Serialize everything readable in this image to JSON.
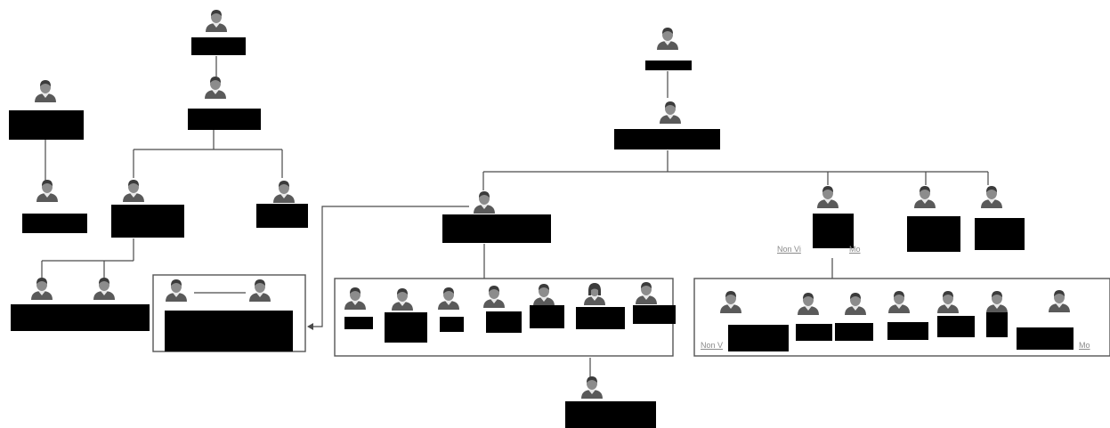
{
  "diagram": {
    "kind": "organization-chart",
    "icon": "person-avatar-icon",
    "redaction_color": "#000000",
    "line_color": "#4a4a4a",
    "box_border_color": "#555555",
    "avatar_colors": {
      "head": "#8c8c8c",
      "shirt": "#5a5a5a",
      "dark_hair": "#3b3b3b"
    },
    "captions": [
      {
        "id": "caption-right-top",
        "text": "Non Vi",
        "suffix": "Mo"
      },
      {
        "id": "caption-right-bottom-left",
        "text": "Non V"
      },
      {
        "id": "caption-right-bottom-right",
        "text": "Mo"
      }
    ]
  }
}
